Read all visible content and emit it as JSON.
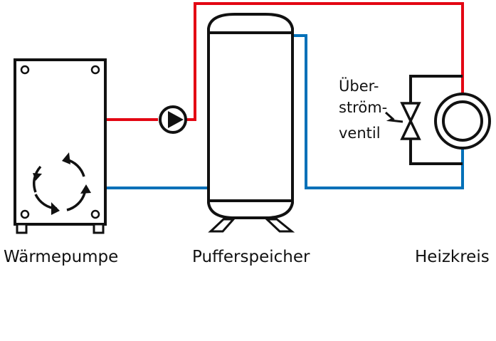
{
  "labels": {
    "heat_pump": "Wärmepumpe",
    "buffer_tank": "Pufferspeicher",
    "heating_circuit": "Heizkreis",
    "valve_line1": "Über-",
    "valve_line2": "ström-",
    "valve_line3": "ventil"
  },
  "colors": {
    "supply": "#e30613",
    "return": "#0070b8",
    "outline": "#111111"
  },
  "icons": {
    "pump": "circulation-pump-icon",
    "cycle": "refrigerant-cycle-arrows-icon",
    "valve": "overflow-valve-icon",
    "radiator": "heating-circuit-icon"
  }
}
